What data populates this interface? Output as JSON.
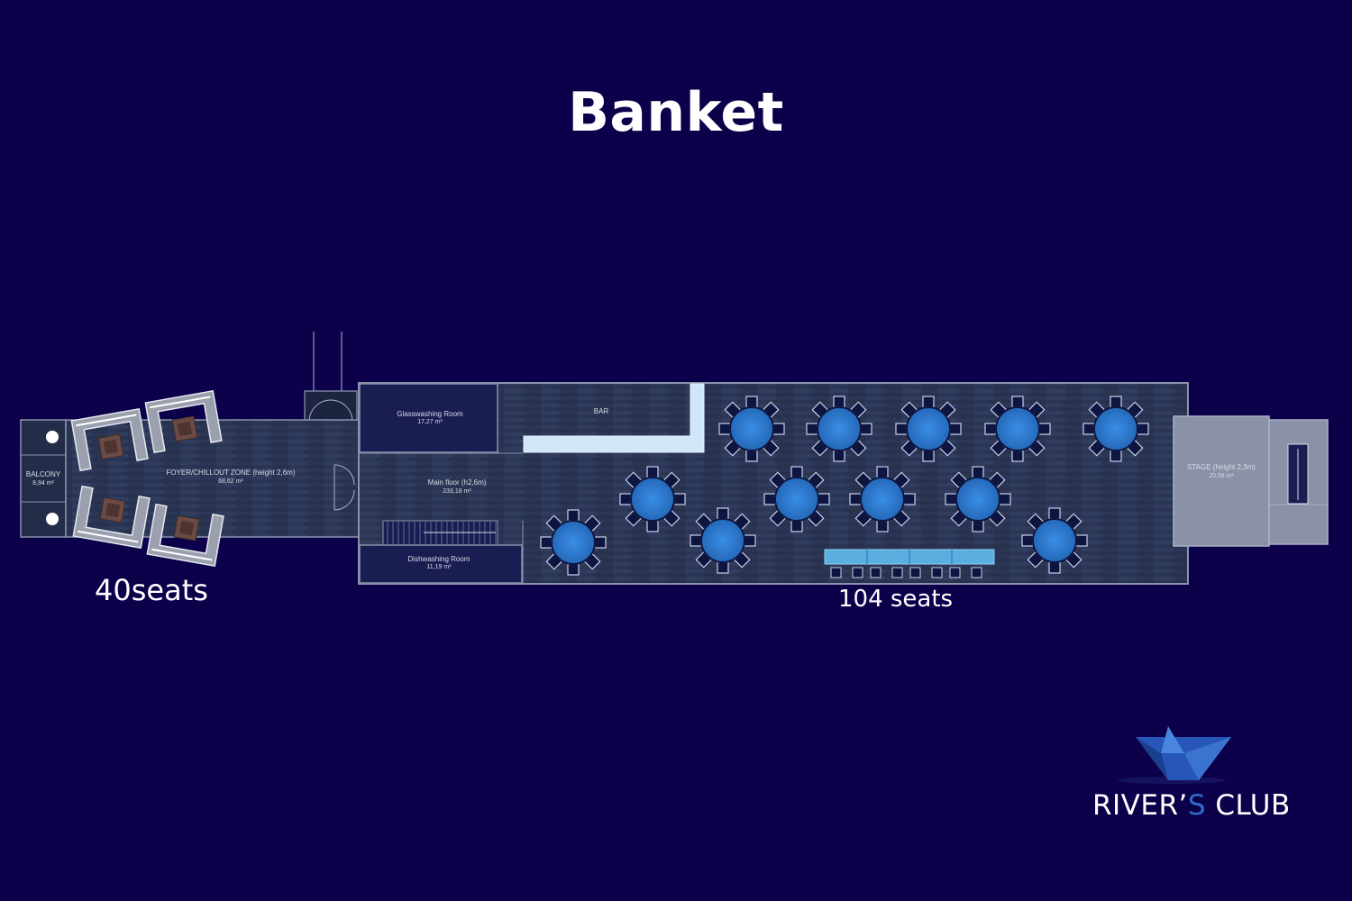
{
  "title": "Banket",
  "seats": {
    "left": "40seats",
    "right": "104 seats"
  },
  "rooms": {
    "balcony": {
      "name": "BALCONY",
      "area": "8,94 m²"
    },
    "foyer": {
      "name": "FOYER/CHILLOUT ZONE (height 2,6m)",
      "area": "68,62 m²"
    },
    "glasswashing": {
      "name": "Glasswashing Room",
      "area": "17,27 m²"
    },
    "bar": {
      "name": "BAR"
    },
    "main_floor": {
      "name": "Main floor (h2,6m)",
      "area": "233,18 m²"
    },
    "dishwashing": {
      "name": "Dishwashing Room",
      "area": "11,19 m²"
    },
    "stage": {
      "name": "STAGE (height 2,3m)",
      "area": "20,58 m²"
    }
  },
  "logo": {
    "name_part1": "RIVER’",
    "name_accent": "S",
    "name_part2": " CLUB",
    "icon": "paper-boat-icon"
  },
  "colors": {
    "background": "#0c004a",
    "floor": "#2c3856",
    "table": "#2d7fd6",
    "accent": "#2f6bc9"
  }
}
